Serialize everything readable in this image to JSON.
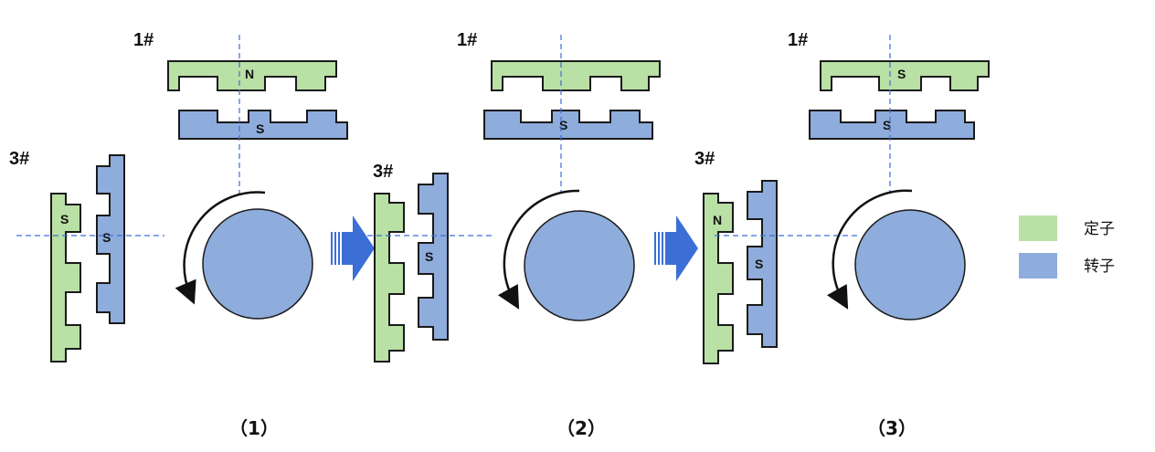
{
  "colors": {
    "stator": "#b9e0a5",
    "rotor": "#8eacdc",
    "arrow": "#3b6fd6",
    "guide": "#3b6fd6"
  },
  "phases": {
    "top": "1#",
    "left": "3#"
  },
  "panels": [
    {
      "caption": "（1）",
      "top_stator_pole": "N",
      "top_rotor_pole": "S",
      "left_stator_pole": "S",
      "left_rotor_pole": "S"
    },
    {
      "caption": "（2）",
      "top_rotor_pole": "S",
      "left_rotor_pole": "S"
    },
    {
      "caption": "（3）",
      "top_stator_pole": "S",
      "top_rotor_pole": "S",
      "left_stator_pole": "N",
      "left_rotor_pole": "S"
    }
  ],
  "legend": [
    {
      "label": "定子",
      "color": "#b9e0a5"
    },
    {
      "label": "转子",
      "color": "#8eacdc"
    }
  ],
  "icons": {
    "rotation": "counterclockwise-arrow-icon",
    "transition": "right-arrow-icon"
  }
}
